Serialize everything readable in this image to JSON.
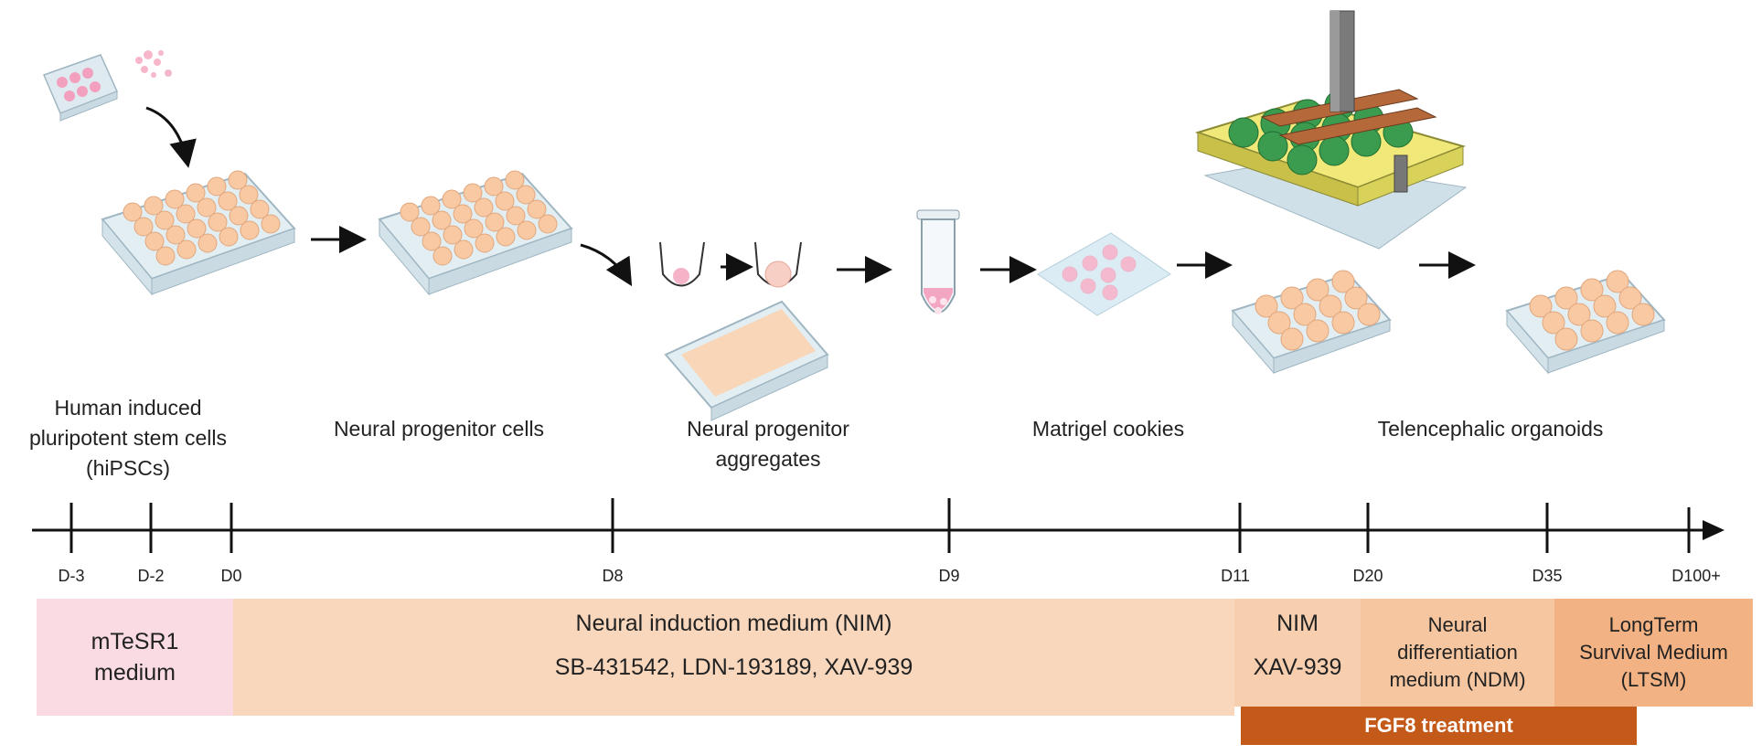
{
  "stages": [
    {
      "id": "hipsc",
      "label": "Human induced\npluripotent stem cells\n(hiPSCs)"
    },
    {
      "id": "npc",
      "label": "Neural progenitor cells"
    },
    {
      "id": "npa",
      "label": "Neural progenitor\naggregates"
    },
    {
      "id": "matrigel",
      "label": "Matrigel cookies"
    },
    {
      "id": "organoids",
      "label": "Telencephalic organoids"
    }
  ],
  "timeline": {
    "ticks": [
      "D-3",
      "D-2",
      "D0",
      "D8",
      "D9",
      "D11",
      "D20",
      "D35",
      "D100+"
    ]
  },
  "media": {
    "mtesr": "mTeSR1\nmedium",
    "nim_title": "Neural induction medium (NIM)",
    "nim_compounds": "SB-431542, LDN-193189, XAV-939",
    "nim_short": "NIM",
    "nim_short_compound": "XAV-939",
    "ndm": "Neural\ndifferentiation\nmedium (NDM)",
    "ltsm": "LongTerm\nSurvival Medium\n(LTSM)",
    "fgf8": "FGF8 treatment"
  },
  "colors": {
    "mtesr_bg": "#fadbe3",
    "nim_bg": "#f8d7bd",
    "nim2_bg": "#f7cfae",
    "ndm_bg": "#f5c6a0",
    "ltsm_bg": "#f2b283",
    "fgf8_bg": "#c45a1a",
    "well_fill": "#f9c9a3",
    "plate_fill": "#e3eef3"
  }
}
